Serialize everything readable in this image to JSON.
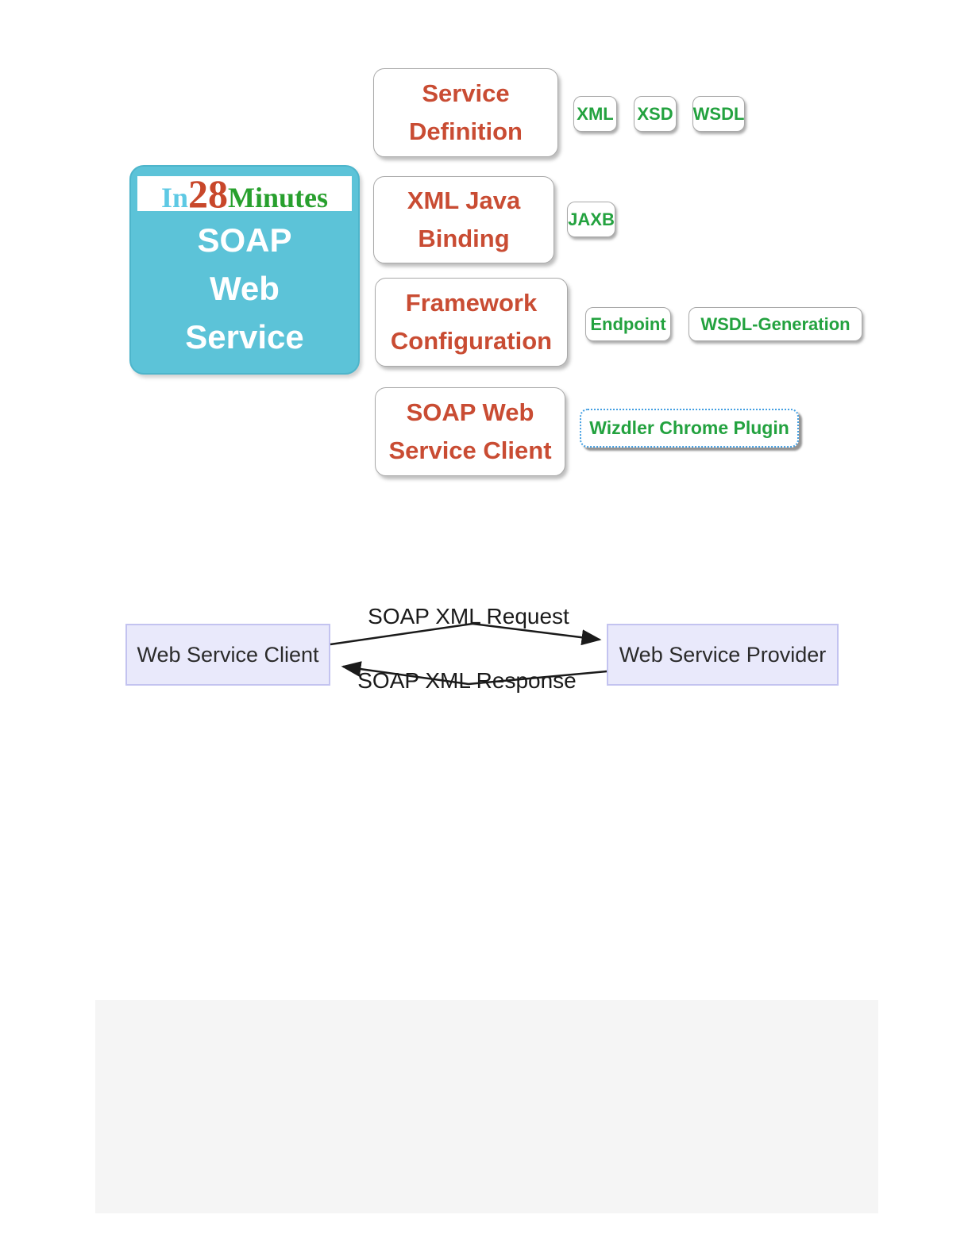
{
  "palette": {
    "teal": "#5cc3d8",
    "red": "#c94c33",
    "green": "#23a23f",
    "lavender_fill": "#e9e9fb",
    "lavender_border": "#c3c3f0",
    "dotted_blue": "#45a0e2",
    "placeholder_gray": "#f5f5f5",
    "logo_in_blue": "#5ec9e4",
    "logo_28_red": "#c8472a",
    "logo_minutes_green": "#28a02e"
  },
  "brand": {
    "logo_part1": "In",
    "logo_part2": "28",
    "logo_part3": "Minutes",
    "line1": "SOAP",
    "line2": "Web",
    "line3": "Service"
  },
  "concepts": [
    {
      "line1": "Service",
      "line2": "Definition"
    },
    {
      "line1": "XML Java",
      "line2": "Binding"
    },
    {
      "line1": "Framework",
      "line2": "Configuration"
    },
    {
      "line1": "SOAP Web",
      "line2": "Service Client"
    }
  ],
  "badges": {
    "xml": "XML",
    "xsd": "XSD",
    "wsdl": "WSDL",
    "jaxb": "JAXB",
    "endpoint": "Endpoint",
    "wsdl_generation": "WSDL-Generation",
    "wizdler": "Wizdler Chrome Plugin"
  },
  "sequence": {
    "client": "Web Service Client",
    "provider": "Web Service Provider",
    "request_label": "SOAP XML Request",
    "response_label": "SOAP XML Response"
  }
}
